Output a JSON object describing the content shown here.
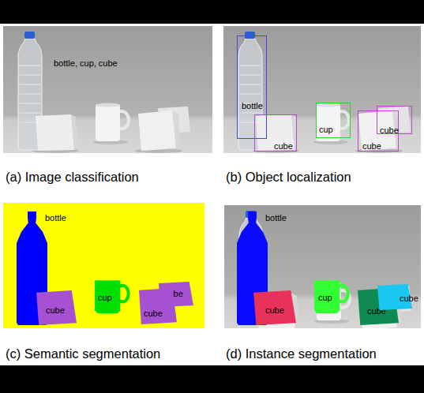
{
  "diagram": {
    "nodes": [
      {
        "text": [
          "bottle, cup, cube",
          "(a) Image classification"
        ]
      },
      {
        "text": [
          "(b) Object localization"
        ]
      },
      {
        "text": [
          "bottle"
        ],
        "in": 1
      },
      {
        "text": [
          "cube"
        ],
        "in": 1
      },
      {
        "text": [
          "cup"
        ],
        "in": 1
      },
      {
        "text": [
          "cube"
        ],
        "in": 1
      },
      {
        "text": [
          "cube"
        ],
        "in": 1
      },
      {
        "text": [
          "(c) Semantic segmentation"
        ]
      },
      {
        "text": [
          "bottle"
        ],
        "in": 7
      },
      {
        "text": [
          "cube"
        ],
        "in": 7
      },
      {
        "text": [
          "cup"
        ],
        "in": 7
      },
      {
        "text": [
          "cube"
        ],
        "in": 7
      },
      {
        "text": [
          "cube"
        ],
        "in": 7
      },
      {
        "text": [
          "(d) Instance segmentation"
        ]
      },
      {
        "text": [
          "bottle"
        ],
        "in": 13
      },
      {
        "text": [
          "cube"
        ],
        "in": 13
      },
      {
        "text": [
          "cup"
        ],
        "in": 13
      },
      {
        "text": [
          "cube"
        ],
        "in": 13
      },
      {
        "text": [
          "cube"
        ],
        "in": 13
      }
    ]
  }
}
